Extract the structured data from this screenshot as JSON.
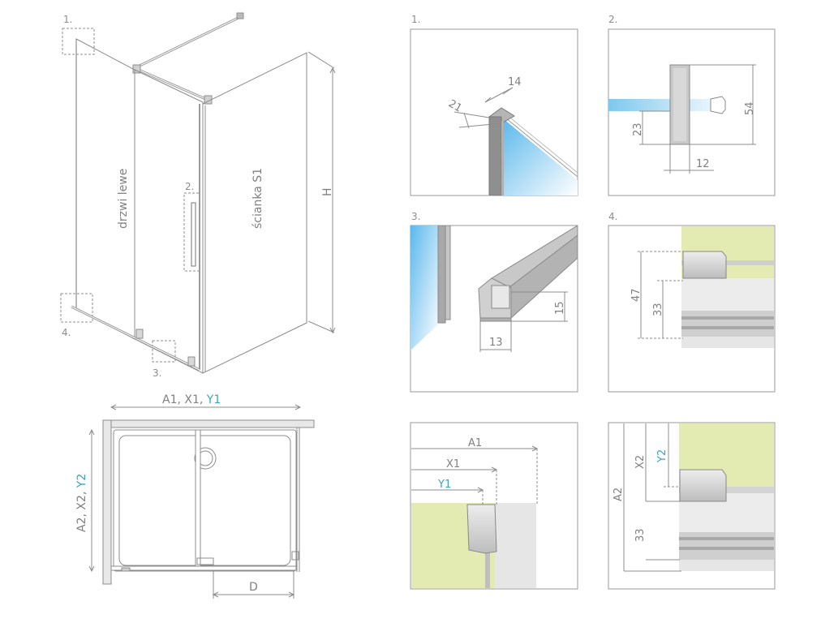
{
  "callouts": {
    "c1": "1.",
    "c2": "2.",
    "c3": "3.",
    "c4": "4."
  },
  "main": {
    "door_label": "drzwi lewe",
    "wall_label": "ścianka S1",
    "height_label": "H"
  },
  "plan": {
    "width_label_a": "A1, X1,",
    "width_label_b": "Y1",
    "depth_label_a": "A2, X2,",
    "depth_label_b": "Y2",
    "d_label": "D"
  },
  "details": {
    "d1": {
      "title": "1.",
      "a": "21",
      "b": "14"
    },
    "d2": {
      "title": "2.",
      "a": "54",
      "b": "23",
      "c": "12"
    },
    "d3": {
      "title": "3.",
      "a": "15",
      "b": "13"
    },
    "d4": {
      "title": "4.",
      "a": "47",
      "b": "33"
    },
    "d5": {
      "a": "A1",
      "b": "X1",
      "c": "Y1"
    },
    "d6": {
      "a": "A2",
      "b": "X2",
      "c": "Y2",
      "d": "33"
    }
  },
  "colors": {
    "glass": "#7ec8ee",
    "floor": "#e3ebb2",
    "teal": "#3aa6b9",
    "line": "#8c8c8c"
  }
}
